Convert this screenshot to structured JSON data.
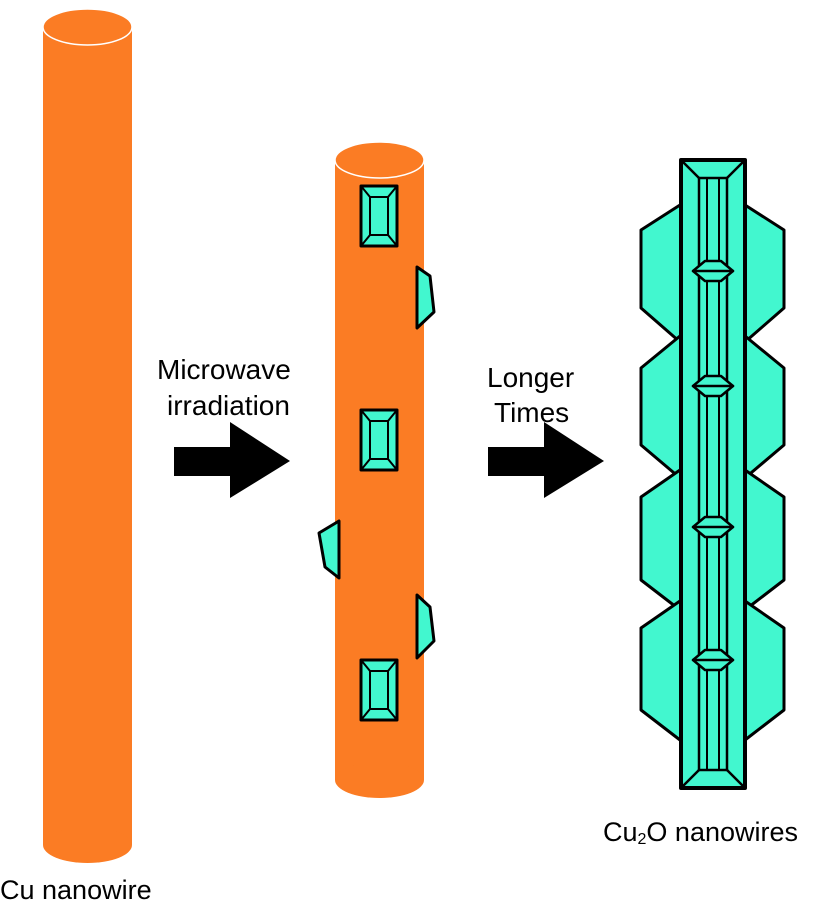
{
  "colors": {
    "copper": "#fb7c24",
    "cu2o": "#42f7cf",
    "outline": "#000000",
    "arrow": "#000000",
    "background": "#ffffff"
  },
  "labels": {
    "cu_nanowire": "Cu nanowire",
    "step1_line1": "Microwave",
    "step1_line2": "irradiation",
    "step2_line1": "Longer",
    "step2_line2": "Times",
    "product_prefix": "Cu",
    "product_subscript": "2",
    "product_suffix": "O nanowires"
  },
  "icons": {
    "arrow1": "right-arrow-icon",
    "arrow2": "right-arrow-icon"
  }
}
